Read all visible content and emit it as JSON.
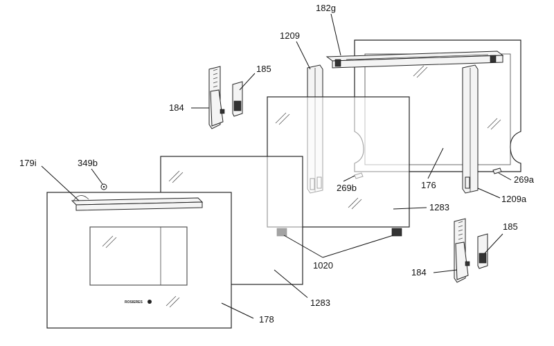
{
  "diagram": {
    "labels": {
      "l182g": "182g",
      "l1209": "1209",
      "l185_top": "185",
      "l184_top": "184",
      "l179i": "179i",
      "l349b": "349b",
      "l269b": "269b",
      "l176": "176",
      "l269a": "269a",
      "l1209a": "1209a",
      "l1283_mid": "1283",
      "l1020": "1020",
      "l1283_low": "1283",
      "l178": "178",
      "l185_bot": "185",
      "l184_bot": "184"
    },
    "brand_text": "ROSIERES"
  }
}
